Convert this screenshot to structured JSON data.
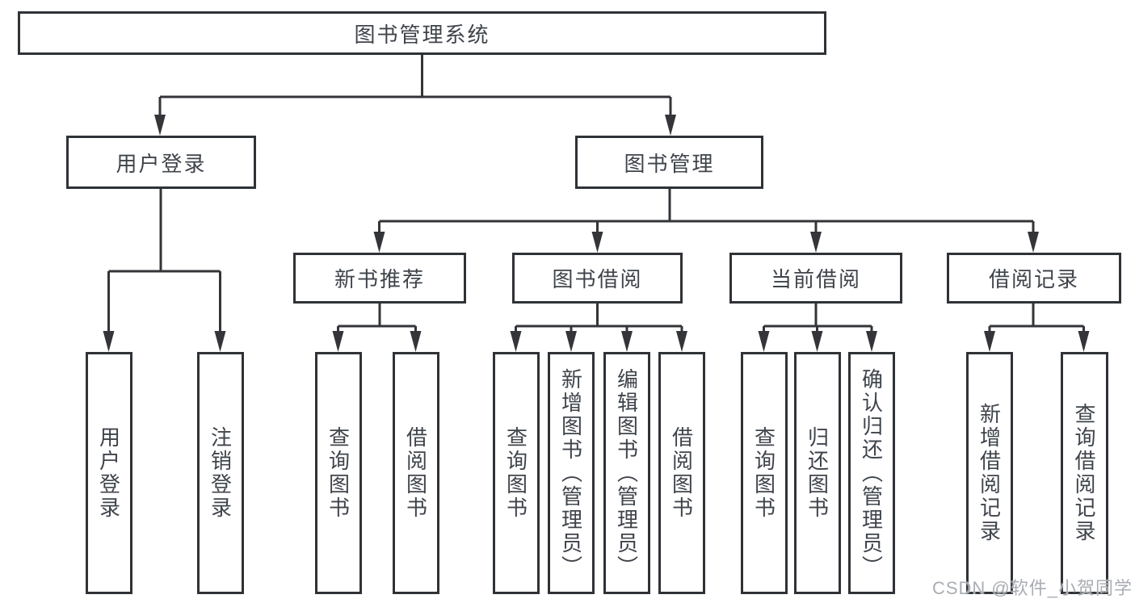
{
  "colors": {
    "line": "#333538",
    "box_border": "#2f3236",
    "text": "#3f444b",
    "watermark": "#a9adb3",
    "background": "#ffffff"
  },
  "diagram": {
    "type": "hierarchy-tree",
    "tree": {
      "label": "图书管理系统",
      "children": [
        {
          "label": "用户登录",
          "children": [
            {
              "label": "用户登录"
            },
            {
              "label": "注销登录"
            }
          ]
        },
        {
          "label": "图书管理",
          "children": [
            {
              "label": "新书推荐",
              "children": [
                {
                  "label": "查询图书"
                },
                {
                  "label": "借阅图书"
                }
              ]
            },
            {
              "label": "图书借阅",
              "children": [
                {
                  "label": "查询图书"
                },
                {
                  "label": "新增图书（管理员）"
                },
                {
                  "label": "编辑图书（管理员）"
                },
                {
                  "label": "借阅图书"
                }
              ]
            },
            {
              "label": "当前借阅",
              "children": [
                {
                  "label": "查询图书"
                },
                {
                  "label": "归还图书"
                },
                {
                  "label": "确认归还（管理员）"
                }
              ]
            },
            {
              "label": "借阅记录",
              "children": [
                {
                  "label": "新增借阅记录"
                },
                {
                  "label": "查询借阅记录"
                }
              ]
            }
          ]
        }
      ]
    }
  },
  "watermark": {
    "text": "CSDN @软件_小贺同学"
  }
}
